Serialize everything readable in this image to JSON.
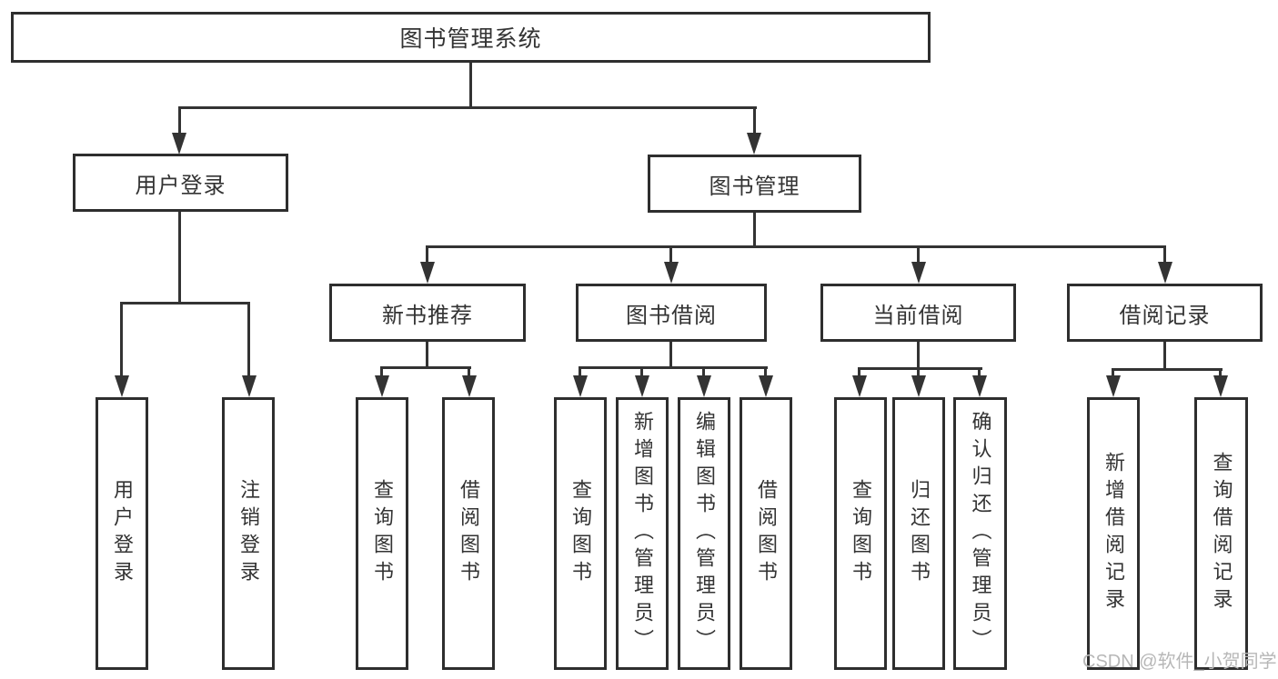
{
  "diagram": {
    "title": "图书管理系统",
    "type": "function-structure-tree",
    "colors": {
      "background": "#ffffff",
      "line": "#333333",
      "box_border": "#2e2e2e",
      "box_fill": "#ffffff",
      "text": "#333333",
      "watermark": "#b7b7b7"
    }
  },
  "tree": {
    "root": {
      "label": "图书管理系统"
    },
    "level2": [
      {
        "label": "用户登录"
      },
      {
        "label": "图书管理"
      }
    ],
    "level3": [
      {
        "label": "新书推荐",
        "parent": "图书管理"
      },
      {
        "label": "图书借阅",
        "parent": "图书管理"
      },
      {
        "label": "当前借阅",
        "parent": "图书管理"
      },
      {
        "label": "借阅记录",
        "parent": "图书管理"
      }
    ],
    "leaves": [
      {
        "label": "用户登录",
        "parent": "用户登录"
      },
      {
        "label": "注销登录",
        "parent": "用户登录"
      },
      {
        "label": "查询图书",
        "parent": "新书推荐"
      },
      {
        "label": "借阅图书",
        "parent": "新书推荐"
      },
      {
        "label": "查询图书",
        "parent": "图书借阅"
      },
      {
        "label": "新增图书（管理员）",
        "parent": "图书借阅"
      },
      {
        "label": "编辑图书（管理员）",
        "parent": "图书借阅"
      },
      {
        "label": "借阅图书",
        "parent": "图书借阅"
      },
      {
        "label": "查询图书",
        "parent": "当前借阅"
      },
      {
        "label": "归还图书",
        "parent": "当前借阅"
      },
      {
        "label": "确认归还（管理员）",
        "parent": "当前借阅"
      },
      {
        "label": "新增借阅记录",
        "parent": "借阅记录"
      },
      {
        "label": "查询借阅记录",
        "parent": "借阅记录"
      }
    ]
  },
  "watermark": {
    "text": "CSDN @软件_小贺同学"
  }
}
